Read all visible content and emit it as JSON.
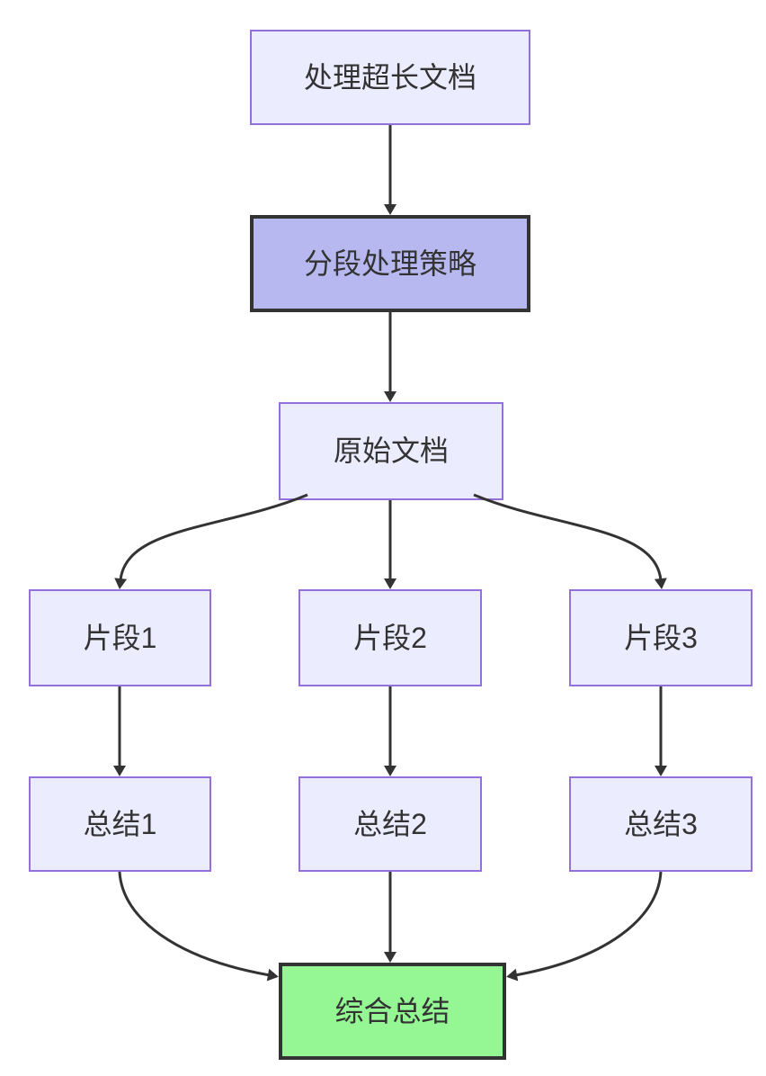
{
  "diagram": {
    "type": "flowchart",
    "direction": "top-down",
    "colors": {
      "background": "#ffffff",
      "edge": "#333333",
      "text": "#333333",
      "node_fill": "#ececff",
      "node_border": "#9370db",
      "strategy_fill": "#b8b8f0",
      "strategy_border": "#333333",
      "result_fill": "#94f794",
      "result_border": "#333333"
    },
    "nodes": [
      {
        "id": "doc",
        "label": "处理超长文档",
        "style": "default"
      },
      {
        "id": "strategy",
        "label": "分段处理策略",
        "style": "strategy"
      },
      {
        "id": "source",
        "label": "原始文档",
        "style": "default"
      },
      {
        "id": "chunk1",
        "label": "片段1",
        "style": "default"
      },
      {
        "id": "chunk2",
        "label": "片段2",
        "style": "default"
      },
      {
        "id": "chunk3",
        "label": "片段3",
        "style": "default"
      },
      {
        "id": "summary1",
        "label": "总结1",
        "style": "default"
      },
      {
        "id": "summary2",
        "label": "总结2",
        "style": "default"
      },
      {
        "id": "summary3",
        "label": "总结3",
        "style": "default"
      },
      {
        "id": "final",
        "label": "综合总结",
        "style": "result"
      }
    ],
    "edges": [
      {
        "from": "doc",
        "to": "strategy"
      },
      {
        "from": "strategy",
        "to": "source"
      },
      {
        "from": "source",
        "to": "chunk1"
      },
      {
        "from": "source",
        "to": "chunk2"
      },
      {
        "from": "source",
        "to": "chunk3"
      },
      {
        "from": "chunk1",
        "to": "summary1"
      },
      {
        "from": "chunk2",
        "to": "summary2"
      },
      {
        "from": "chunk3",
        "to": "summary3"
      },
      {
        "from": "summary1",
        "to": "final"
      },
      {
        "from": "summary2",
        "to": "final"
      },
      {
        "from": "summary3",
        "to": "final"
      }
    ]
  }
}
